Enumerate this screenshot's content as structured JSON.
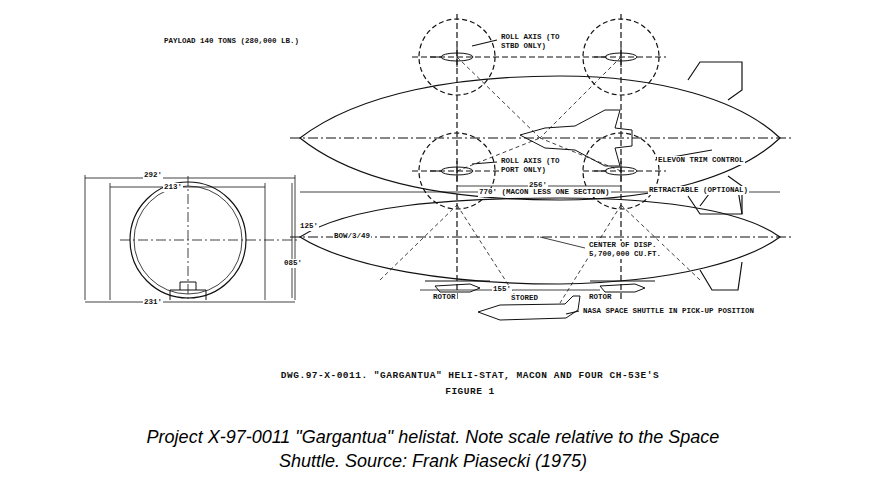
{
  "diagram": {
    "title": "DWG.97-X-0011.  \"GARGANTUA\" HELI-STAT, MACON AND FOUR CH-53E'S",
    "caption": "Project X-97-0011 \"Gargantua\" helistat.  Note scale relative to the Space Shuttle. Source: Frank Piasecki (1975)",
    "labels": [
      "PAYLOAD 140 TONS (280,000 LB.)",
      "ROLL AXIS (TO STBD ONLY)",
      "ELEVON TRIM CONTROL",
      "ROLL AXIS (TO PORT ONLY)",
      "256'",
      "770' (MACON LESS ONE SECTION)",
      "RETRACTABLE (OPTIONAL)",
      "292'",
      "213'",
      "125'",
      "085'",
      "BOW/3/49",
      "CENTER OF DISP. 5,700,000 CU.FT.",
      "ROTOR",
      "155'",
      "STORED",
      "ROTOR",
      "231'",
      "NASA SPACE SHUTTLE IN PICK-UP POSITION",
      "FIGURE 1"
    ]
  }
}
